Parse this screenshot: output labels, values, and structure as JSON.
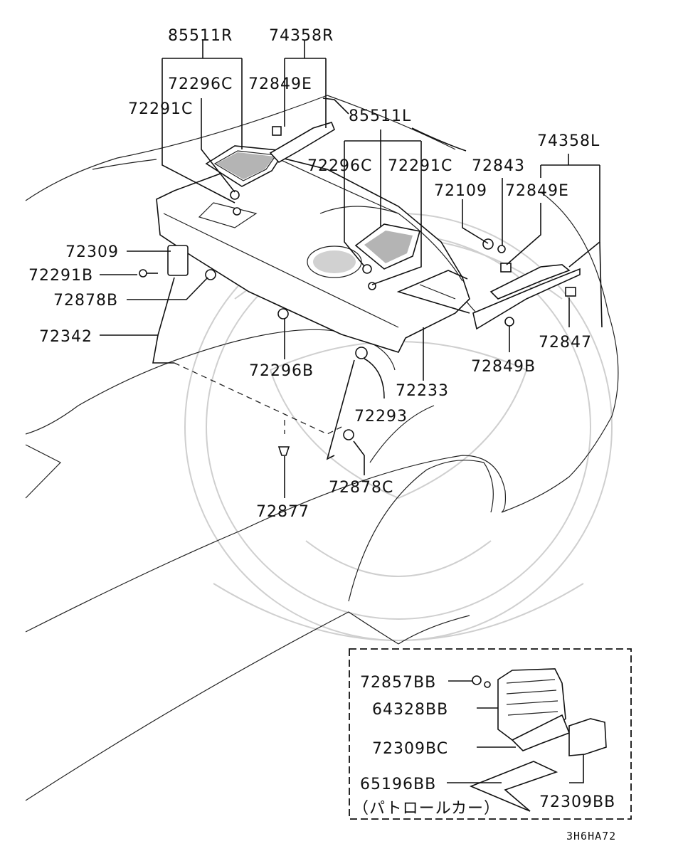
{
  "diagram_code": "3H6HA72",
  "inset_note": "（パトロールカー）",
  "labels": {
    "p85511R": "85511R",
    "p74358R": "74358R",
    "p72296C_a": "72296C",
    "p72849E_a": "72849E",
    "p72291C_a": "72291C",
    "p85511L": "85511L",
    "p74358L": "74358L",
    "p72296C_b": "72296C",
    "p72291C_b": "72291C",
    "p72843": "72843",
    "p72109": "72109",
    "p72849E_b": "72849E",
    "p72309": "72309",
    "p72291B": "72291B",
    "p72878B": "72878B",
    "p72342": "72342",
    "p72296B": "72296B",
    "p72233": "72233",
    "p72293": "72293",
    "p72847": "72847",
    "p72849B": "72849B",
    "p72878C": "72878C",
    "p72877": "72877",
    "p72857BB": "72857BB",
    "p64328BB": "64328BB",
    "p72309BC": "72309BC",
    "p65196BB": "65196BB",
    "p72309BB": "72309BB"
  }
}
